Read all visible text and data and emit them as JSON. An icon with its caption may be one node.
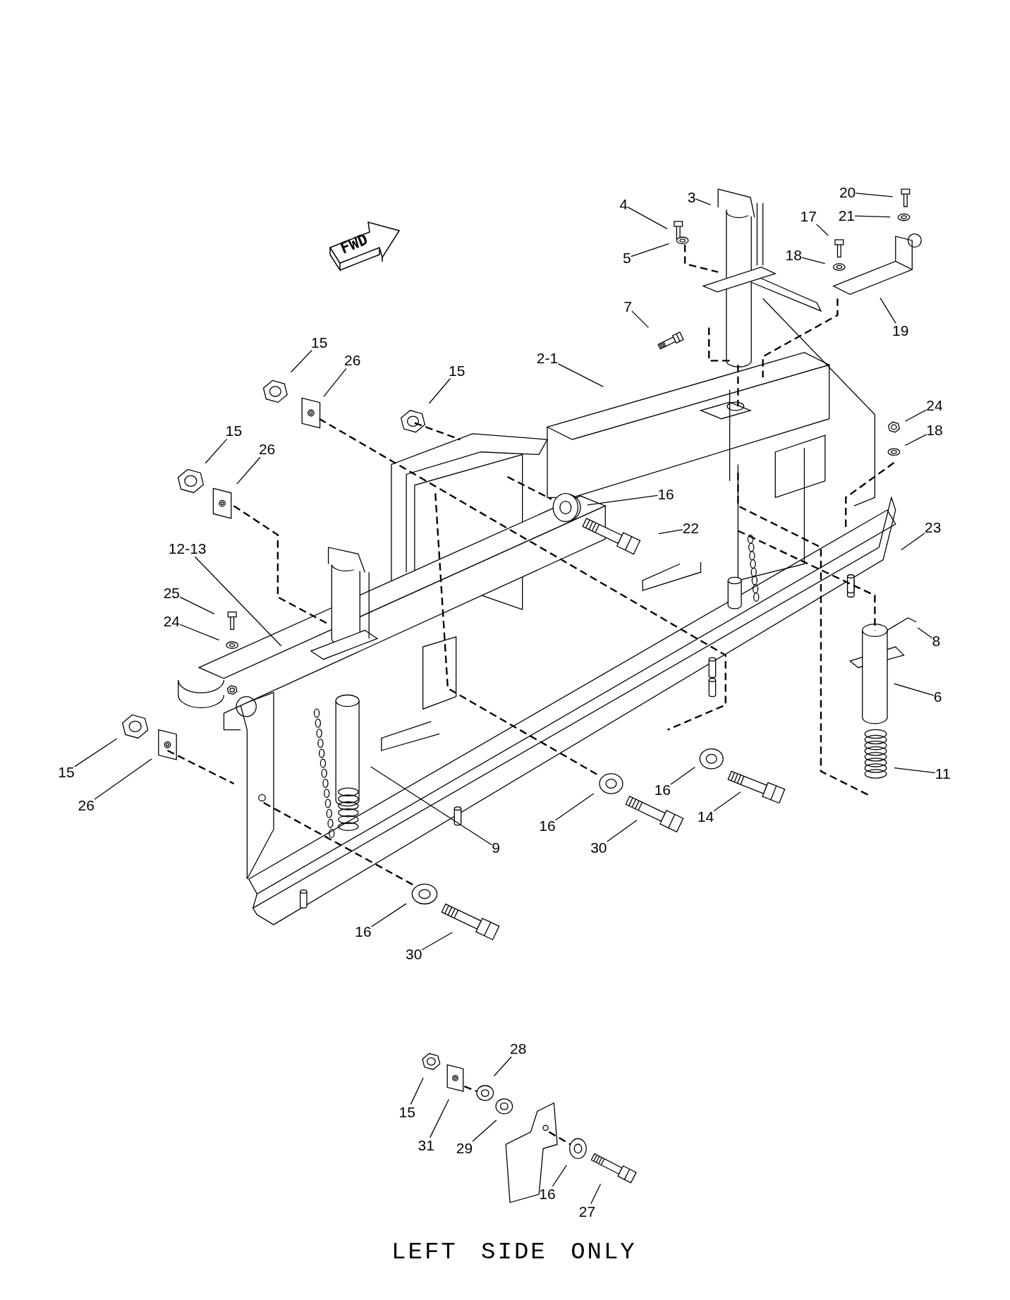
{
  "diagram": {
    "nodes": [
      {
        "text": [
          "FWD"
        ]
      },
      {
        "text": [
          "4"
        ]
      },
      {
        "text": [
          "3"
        ]
      },
      {
        "text": [
          "5"
        ]
      },
      {
        "text": [
          "20"
        ]
      },
      {
        "text": [
          "17"
        ]
      },
      {
        "text": [
          "21"
        ]
      },
      {
        "text": [
          "18"
        ]
      },
      {
        "text": [
          "19"
        ]
      },
      {
        "text": [
          "7"
        ]
      },
      {
        "text": [
          "2-1"
        ]
      },
      {
        "text": [
          "15"
        ]
      },
      {
        "text": [
          "26"
        ]
      },
      {
        "text": [
          "15"
        ]
      },
      {
        "text": [
          "24"
        ]
      },
      {
        "text": [
          "18"
        ]
      },
      {
        "text": [
          "15"
        ]
      },
      {
        "text": [
          "26"
        ]
      },
      {
        "text": [
          "16"
        ]
      },
      {
        "text": [
          "22"
        ]
      },
      {
        "text": [
          "23"
        ]
      },
      {
        "text": [
          "12-13"
        ]
      },
      {
        "text": [
          "25"
        ]
      },
      {
        "text": [
          "24"
        ]
      },
      {
        "text": [
          "8"
        ]
      },
      {
        "text": [
          "6"
        ]
      },
      {
        "text": [
          "11"
        ]
      },
      {
        "text": [
          "15"
        ]
      },
      {
        "text": [
          "26"
        ]
      },
      {
        "text": [
          "9"
        ]
      },
      {
        "text": [
          "16"
        ]
      },
      {
        "text": [
          "14"
        ]
      },
      {
        "text": [
          "16"
        ]
      },
      {
        "text": [
          "30"
        ]
      },
      {
        "text": [
          "16"
        ]
      },
      {
        "text": [
          "30"
        ]
      },
      {
        "text": [
          "28"
        ]
      },
      {
        "text": [
          "15"
        ]
      },
      {
        "text": [
          "31"
        ]
      },
      {
        "text": [
          "29"
        ]
      },
      {
        "text": [
          "16"
        ]
      },
      {
        "text": [
          "27"
        ]
      }
    ],
    "edges": [
      {
        "from": 1,
        "to": null,
        "arrow": "none"
      },
      {
        "from": 2,
        "to": null,
        "arrow": "none"
      },
      {
        "from": 3,
        "to": null,
        "arrow": "none"
      },
      {
        "from": 4,
        "to": null,
        "arrow": "none"
      },
      {
        "from": 5,
        "to": null,
        "arrow": "none"
      },
      {
        "from": 6,
        "to": null,
        "arrow": "none"
      },
      {
        "from": 7,
        "to": null,
        "arrow": "none"
      },
      {
        "from": 8,
        "to": null,
        "arrow": "none"
      },
      {
        "from": 9,
        "to": null,
        "arrow": "none"
      },
      {
        "from": 10,
        "to": null,
        "arrow": "none"
      },
      {
        "from": 11,
        "to": null,
        "arrow": "none"
      },
      {
        "from": 12,
        "to": null,
        "arrow": "none"
      },
      {
        "from": 13,
        "to": null,
        "arrow": "none"
      },
      {
        "from": 14,
        "to": null,
        "arrow": "none"
      },
      {
        "from": 15,
        "to": null,
        "arrow": "none"
      },
      {
        "from": 16,
        "to": null,
        "arrow": "none"
      },
      {
        "from": 17,
        "to": null,
        "arrow": "none"
      },
      {
        "from": 18,
        "to": null,
        "arrow": "none"
      },
      {
        "from": 19,
        "to": null,
        "arrow": "none"
      },
      {
        "from": 20,
        "to": null,
        "arrow": "none"
      },
      {
        "from": 21,
        "to": null,
        "arrow": "none"
      },
      {
        "from": 22,
        "to": null,
        "arrow": "none"
      },
      {
        "from": 23,
        "to": null,
        "arrow": "none"
      },
      {
        "from": 24,
        "to": null,
        "arrow": "none"
      },
      {
        "from": 25,
        "to": null,
        "arrow": "none"
      },
      {
        "from": 26,
        "to": null,
        "arrow": "none"
      },
      {
        "from": 27,
        "to": null,
        "arrow": "none"
      },
      {
        "from": 28,
        "to": null,
        "arrow": "none"
      },
      {
        "from": 29,
        "to": null,
        "arrow": "none"
      },
      {
        "from": 30,
        "to": null,
        "arrow": "none"
      },
      {
        "from": 31,
        "to": null,
        "arrow": "none"
      },
      {
        "from": 32,
        "to": null,
        "arrow": "none"
      },
      {
        "from": 33,
        "to": null,
        "arrow": "none"
      },
      {
        "from": 34,
        "to": null,
        "arrow": "none"
      },
      {
        "from": 35,
        "to": null,
        "arrow": "none"
      },
      {
        "from": 36,
        "to": null,
        "arrow": "none"
      },
      {
        "from": 37,
        "to": null,
        "arrow": "none"
      },
      {
        "from": 38,
        "to": null,
        "arrow": "none"
      },
      {
        "from": 39,
        "to": null,
        "arrow": "none"
      },
      {
        "from": 40,
        "to": null,
        "arrow": "none"
      },
      {
        "from": 41,
        "to": null,
        "arrow": "none"
      }
    ],
    "labels": [
      "LEFT SIDE ONLY"
    ]
  }
}
